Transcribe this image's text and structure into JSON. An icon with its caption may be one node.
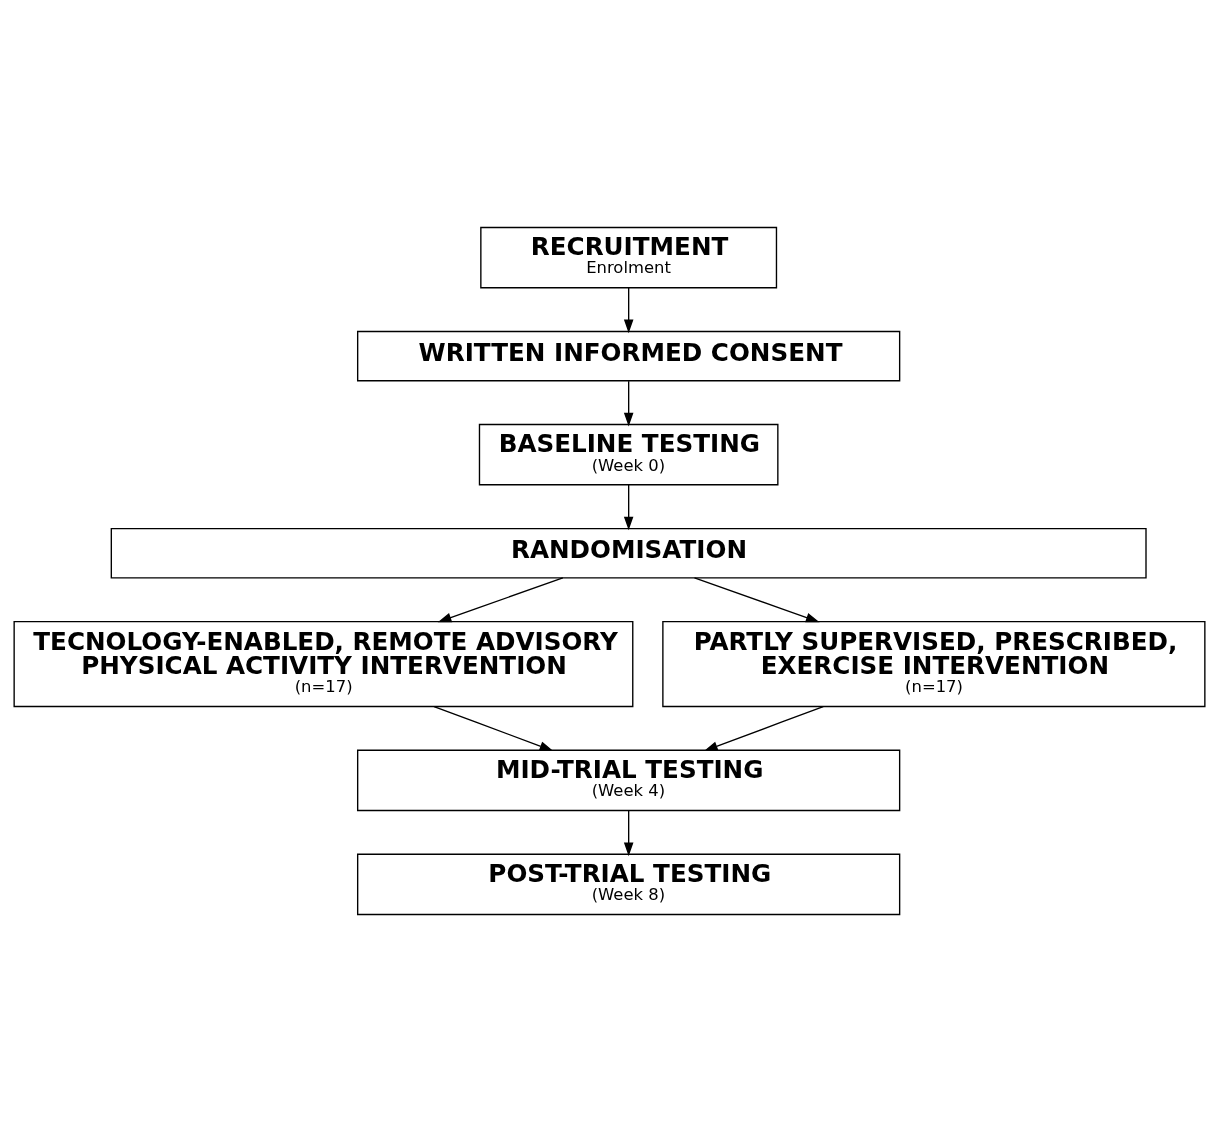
{
  "diagram": {
    "nodes": [
      {
        "text": [
          "RECRUITMENT",
          "Enrolment"
        ]
      },
      {
        "text": [
          "WRITTEN INFORMED CONSENT"
        ]
      },
      {
        "text": [
          "BASELINE TESTING",
          "(Week 0)"
        ]
      },
      {
        "text": [
          "RANDOMISATION"
        ]
      },
      {
        "text": [
          "TECNOLOGY-ENABLED, REMOTE ADVISORY PHYSICAL ACTIVITY INTERVENTION",
          "(n=17)"
        ]
      },
      {
        "text": [
          "PARTLY SUPERVISED, PRESCRIBED, EXERCISE INTERVENTION",
          "(n=17)"
        ]
      },
      {
        "text": [
          "MID-TRIAL TESTING",
          "(Week 4)"
        ]
      },
      {
        "text": [
          "POST-TRIAL TESTING",
          "(Week 8)"
        ]
      }
    ],
    "edges": [
      {
        "from": 0,
        "to": 1,
        "arrow": "to"
      },
      {
        "from": 1,
        "to": 2,
        "arrow": "to"
      },
      {
        "from": 2,
        "to": 3,
        "arrow": "to"
      },
      {
        "from": 3,
        "to": 4,
        "arrow": "to"
      },
      {
        "from": 3,
        "to": 5,
        "arrow": "to"
      },
      {
        "from": 4,
        "to": 6,
        "arrow": "to"
      },
      {
        "from": 5,
        "to": 6,
        "arrow": "to"
      },
      {
        "from": 6,
        "to": 7,
        "arrow": "to"
      }
    ]
  }
}
